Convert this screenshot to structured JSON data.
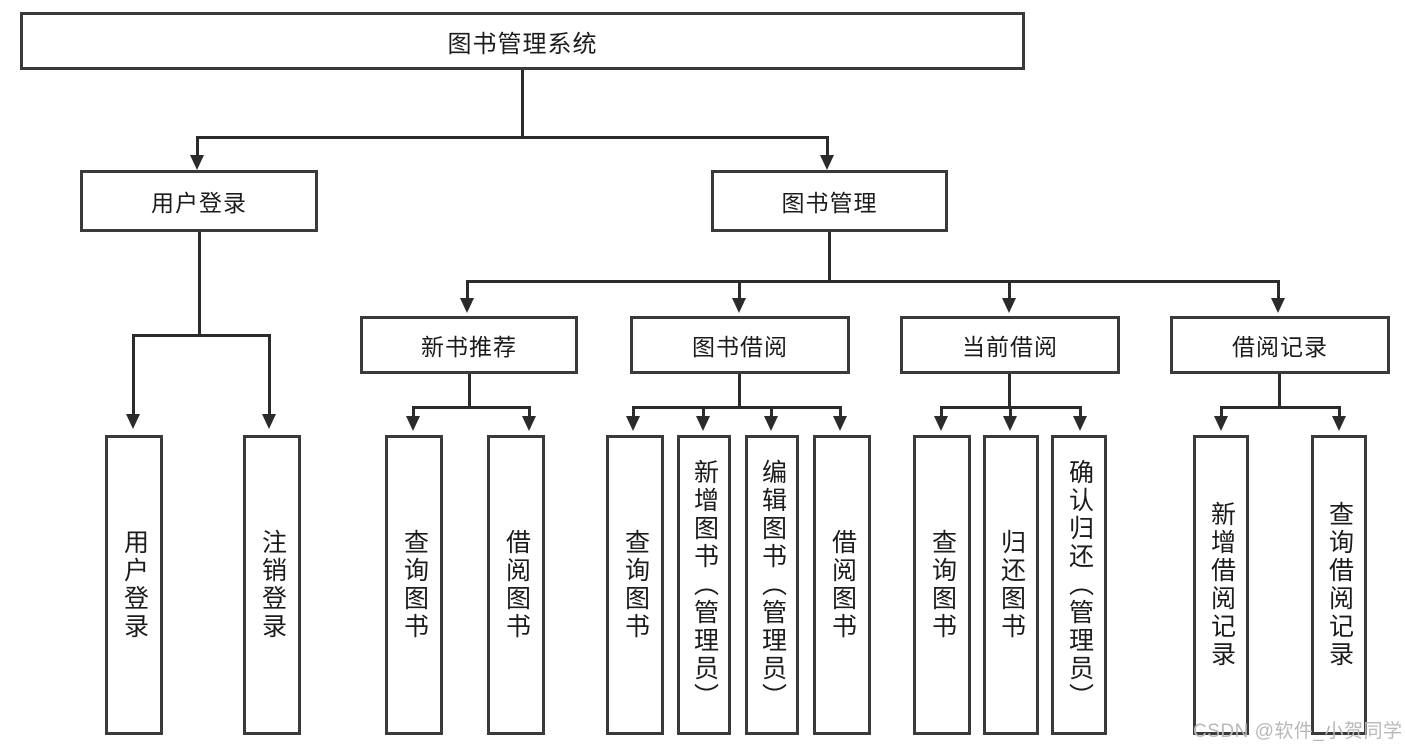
{
  "diagram": {
    "title": "图书管理系统",
    "type": "tree",
    "root": {
      "label": "图书管理系统"
    },
    "level1": [
      {
        "label": "用户登录"
      },
      {
        "label": "图书管理"
      }
    ],
    "level2": [
      {
        "label": "新书推荐"
      },
      {
        "label": "图书借阅"
      },
      {
        "label": "当前借阅"
      },
      {
        "label": "借阅记录"
      }
    ],
    "leaves": {
      "user_login": [
        {
          "label": "用户登录"
        },
        {
          "label": "注销登录"
        }
      ],
      "new_book_recommend": [
        {
          "label": "查询图书"
        },
        {
          "label": "借阅图书"
        }
      ],
      "book_borrow": [
        {
          "label": "查询图书"
        },
        {
          "label": "新增图书（管理员）"
        },
        {
          "label": "编辑图书（管理员）"
        },
        {
          "label": "借阅图书"
        }
      ],
      "current_borrow": [
        {
          "label": "查询图书"
        },
        {
          "label": "归还图书"
        },
        {
          "label": "确认归还（管理员）"
        }
      ],
      "borrow_record": [
        {
          "label": "新增借阅记录"
        },
        {
          "label": "查询借阅记录"
        }
      ]
    }
  },
  "watermark": {
    "text": "CSDN @软件_小贺同学"
  },
  "colors": {
    "border": "#3a3a3a",
    "line": "#2b2b2b",
    "text": "#1c1c1c",
    "background": "#ffffff",
    "watermark": "#b9b9b9"
  }
}
